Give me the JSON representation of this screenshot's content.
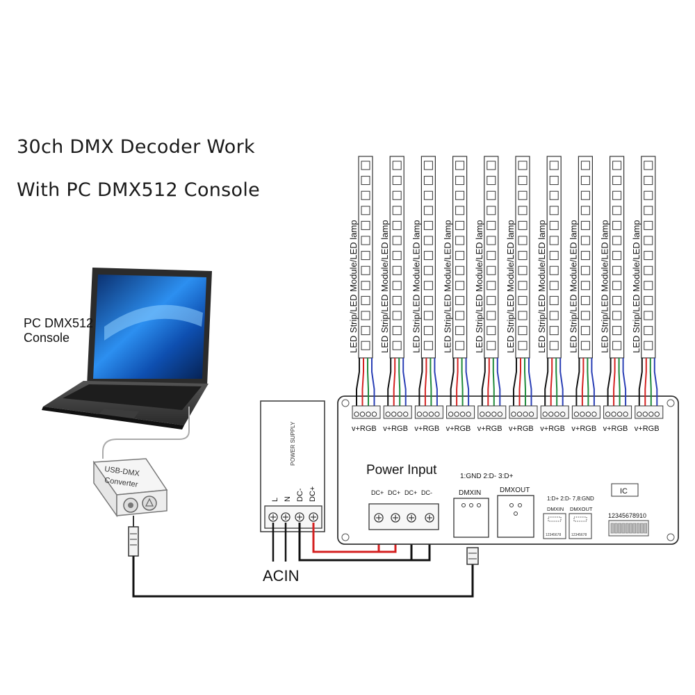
{
  "title": {
    "line1": "30ch DMX Decoder Work",
    "line2": "With PC DMX512 Console"
  },
  "laptop": {
    "label_line1": "PC  DMX512",
    "label_line2": "Console"
  },
  "converter": {
    "label_line1": "USB-DMX",
    "label_line2": "Converter"
  },
  "power_supply": {
    "label": "POWER SUPPLY",
    "terminals": [
      "L",
      "N",
      "DC-",
      "DC+"
    ],
    "acin_label": "ACIN"
  },
  "led_strip_label": "LED Strip/LED Module/LED lamp",
  "strip_count": 10,
  "output_label": "v+RGB",
  "decoder": {
    "power_input_label": "Power Input",
    "power_terminals": [
      "DC+",
      "DC+",
      "DC+",
      "DC-"
    ],
    "rj_pinout": "1:GND  2:D-  3:D+",
    "dmxin_label": "DMXIN",
    "dmxout_label": "DMXOUT",
    "small_pinout": "1:D+  2:D-  7,8:GND",
    "small_dmxin": "DMXIN",
    "small_dmxout": "DMXOUT",
    "small_pins": "12345678",
    "ic_label": "IC",
    "dip_numbers": "12345678910"
  },
  "colors": {
    "red_wire": "#d42020",
    "green_wire": "#1e8a3a",
    "blue_wire": "#2a3fb5",
    "black_wire": "#111111",
    "screen_blue": "#1f6fd6"
  }
}
